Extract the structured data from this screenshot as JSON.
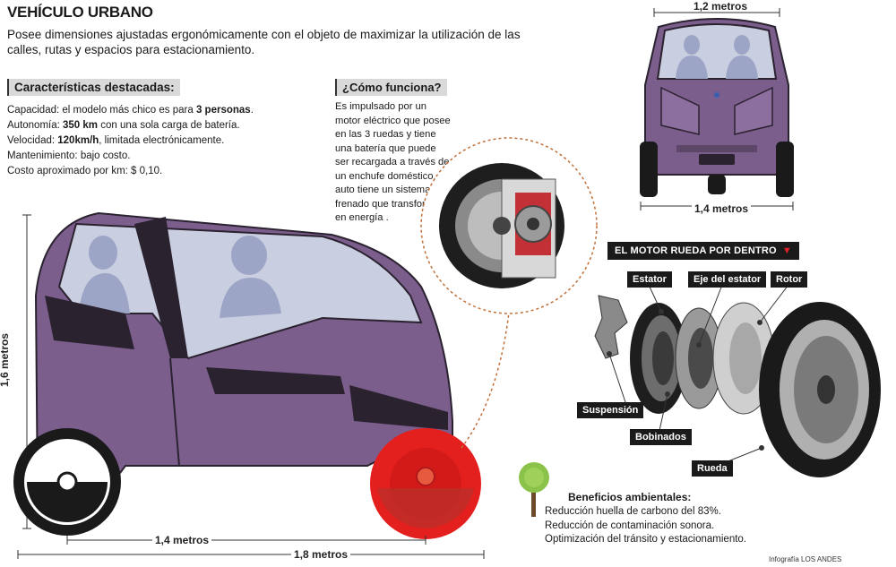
{
  "title": "VEHÍCULO URBANO",
  "intro": "Posee dimensiones ajustadas ergonómicamente con el objeto de maximizar la utilización de las calles, rutas y espacios para estacionamiento.",
  "features": {
    "heading": "Características destacadas:",
    "items": [
      {
        "label": "Capacidad: el modelo más chico es para ",
        "value": "3 personas",
        "suffix": "."
      },
      {
        "label": "Autonomía: ",
        "value": "350 km",
        "suffix": " con una sola carga de batería."
      },
      {
        "label": "Velocidad: ",
        "value": "120km/h",
        "suffix": ", limitada electrónicamente."
      },
      {
        "label": "Mantenimiento: bajo costo.",
        "value": "",
        "suffix": ""
      },
      {
        "label": "Costo aproximado por km: $ 0,10.",
        "value": "",
        "suffix": ""
      }
    ]
  },
  "how": {
    "heading": "¿Cómo funciona?",
    "text": "Es impulsado por un motor eléctrico que posee en las 3 ruedas y tiene una batería que puede ser recargada a través de un enchufe doméstico. El auto tiene un sistema de frenado que transforma en energía ."
  },
  "dimensions": {
    "height": "1,6 metros",
    "wheelbase": "1,4 metros",
    "length": "1,8 metros",
    "front_top": "1,2 metros",
    "front_bottom": "1,4 metros"
  },
  "motor": {
    "heading": "EL MOTOR RUEDA POR DENTRO",
    "labels": {
      "estator": "Estator",
      "eje": "Eje del estator",
      "rotor": "Rotor",
      "suspension": "Suspensión",
      "bobinados": "Bobinados",
      "rueda": "Rueda"
    }
  },
  "benefits": {
    "heading": "Beneficios ambientales:",
    "items": [
      "Reducción huella de carbono del 83%.",
      "Reducción de contaminación sonora.",
      "Optimización del tránsito y estacionamiento."
    ]
  },
  "credit": "Infografía LOS ANDES",
  "colors": {
    "car_body": "#7b5e8c",
    "car_dark": "#2b2230",
    "glass": "#c9cfe0",
    "wheel_red": "#e3201e",
    "tag_bg": "#1a1a1a"
  }
}
